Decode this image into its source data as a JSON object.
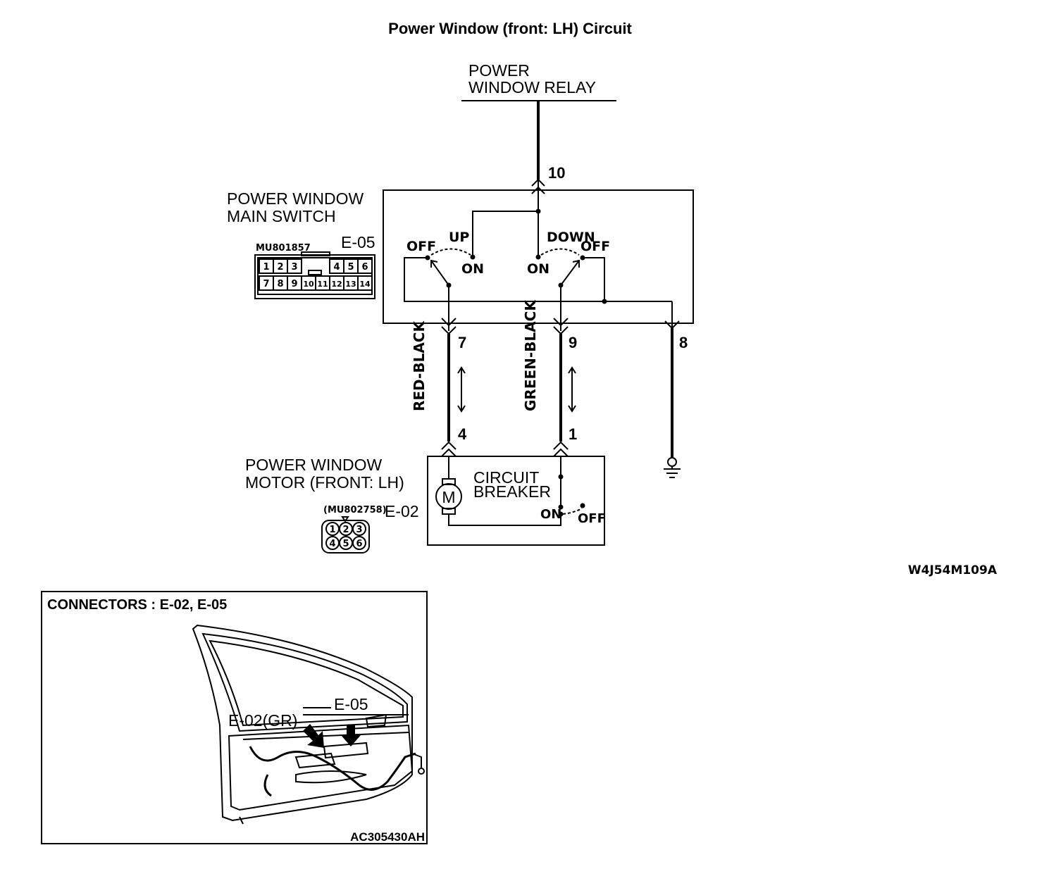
{
  "title": "Power Window (front: LH) Circuit",
  "relay_label": [
    "POWER",
    "WINDOW RELAY"
  ],
  "main_switch": {
    "name": [
      "POWER WINDOW",
      "MAIN SWITCH"
    ],
    "part_no": "MU801857",
    "connector": "E-05",
    "pins_row1": [
      "1",
      "2",
      "3",
      "4",
      "5",
      "6"
    ],
    "pins_row2": [
      "7",
      "8",
      "9",
      "10",
      "11",
      "12",
      "13",
      "14"
    ],
    "up_label": "UP",
    "down_label": "DOWN",
    "off_label": "OFF",
    "on_label": "ON"
  },
  "terminals": {
    "t10": "10",
    "t7": "7",
    "t9": "9",
    "t8": "8",
    "t4": "4",
    "t1": "1"
  },
  "wires": {
    "left": "RED-BLACK",
    "right": "GREEN-BLACK"
  },
  "motor": {
    "name": [
      "POWER WINDOW",
      "MOTOR (FRONT: LH)"
    ],
    "part_no": "(MU802758)",
    "connector": "E-02",
    "pins": [
      "1",
      "2",
      "3",
      "4",
      "5",
      "6"
    ],
    "symbol": "M",
    "breaker": [
      "CIRCUIT",
      "BREAKER"
    ],
    "on_label": "ON",
    "off_label": "OFF"
  },
  "diagram_code": "W4J54M109A",
  "connectors_panel": {
    "heading": "CONNECTORS : E-02, E-05",
    "callout_e02": "E-02(GR)",
    "callout_e05": "E-05",
    "figure_code": "AC305430AH"
  }
}
